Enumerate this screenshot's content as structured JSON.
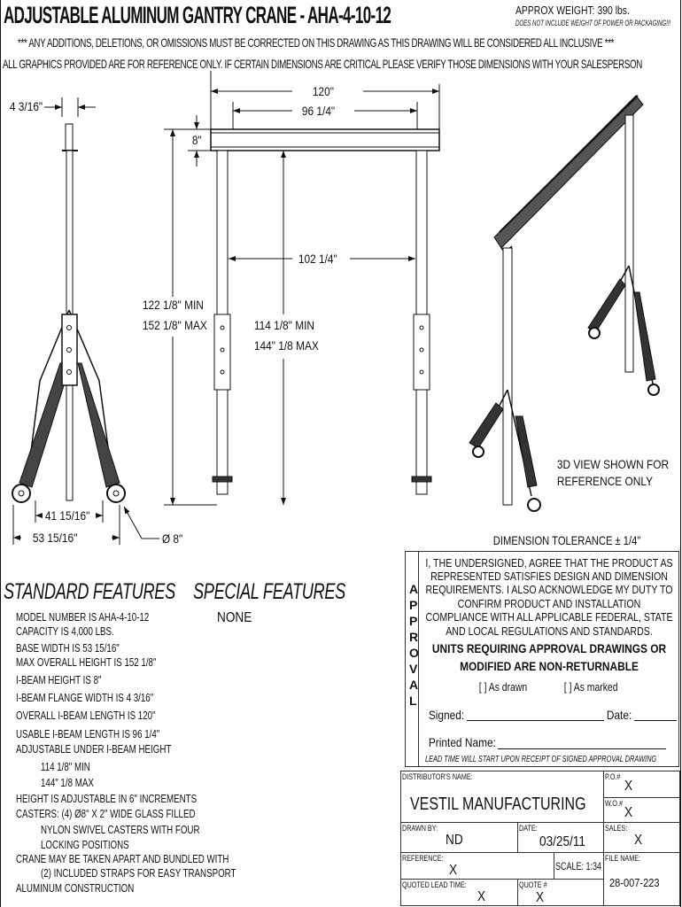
{
  "header": {
    "title": "ADJUSTABLE ALUMINUM GANTRY CRANE - AHA-4-10-12",
    "approx_weight": "APPROX WEIGHT: 390 lbs.",
    "weight_note": "DOES NOT INCLUDE WEIGHT OF POWER OR PACKAGING!!!",
    "notice": "*** ANY ADDITIONS, DELETIONS, OR OMISSIONS MUST BE CORRECTED ON THIS DRAWING AS THIS DRAWING WILL BE CONSIDERED ALL INCLUSIVE ***",
    "disclaimer": "ALL GRAPHICS PROVIDED ARE FOR REFERENCE ONLY. IF CERTAIN DIMENSIONS ARE CRITICAL PLEASE VERIFY THOSE DIMENSIONS WITH YOUR SALESPERSON"
  },
  "dimensions": {
    "flange_width": "4 3/16\"",
    "overall_length": "120\"",
    "usable_length": "96 1/4\"",
    "beam_height": "8\"",
    "inner_width": "102 1/4\"",
    "overall_min": "122 1/8\" MIN",
    "overall_max": "152 1/8\" MAX",
    "under_min": "114 1/8\" MIN",
    "under_max": "144\" 1/8 MAX",
    "wheel_span": "41 15/16\"",
    "base_width": "53 15/16\"",
    "caster_dia": "Ø 8\""
  },
  "view_note": [
    "3D VIEW SHOWN FOR",
    "REFERENCE ONLY"
  ],
  "tolerance": "DIMENSION TOLERANCE ± 1/4\"",
  "standard_features": {
    "heading": "STANDARD FEATURES",
    "items": [
      "MODEL NUMBER IS AHA-4-10-12",
      "CAPACITY IS 4,000 LBS.",
      "BASE WIDTH IS  53 15/16\"",
      "MAX OVERALL HEIGHT IS 152 1/8\"",
      "I-BEAM HEIGHT IS 8\"",
      "I-BEAM FLANGE WIDTH IS 4 3/16\"",
      "OVERALL I-BEAM LENGTH IS  120\"",
      "USABLE I-BEAM LENGTH IS  96 1/4\"",
      "ADJUSTABLE UNDER I-BEAM HEIGHT",
      "114 1/8\" MIN",
      "144\" 1/8 MAX",
      "HEIGHT IS ADJUSTABLE IN 6\" INCREMENTS",
      "CASTERS: (4) Ø8\" X 2\" WIDE GLASS FILLED",
      "NYLON SWIVEL CASTERS WITH FOUR",
      "LOCKING POSITIONS",
      "CRANE MAY BE TAKEN APART AND BUNDLED WITH",
      "(2) INCLUDED STRAPS FOR EASY TRANSPORT",
      "ALUMINUM CONSTRUCTION"
    ]
  },
  "special_features": {
    "heading": "SPECIAL FEATURES",
    "value": "NONE"
  },
  "approval": {
    "side_label": [
      "A",
      "P",
      "P",
      "R",
      "O",
      "V",
      "A",
      "L"
    ],
    "statement": [
      "I, THE UNDERSIGNED, AGREE THAT THE PRODUCT AS",
      "REPRESENTED SATISFIES DESIGN AND DIMENSION",
      "REQUIREMENTS.  I ALSO ACKNOWLEDGE MY DUTY TO",
      "CONFIRM PRODUCT AND INSTALLATION",
      "COMPLIANCE WITH ALL APPLICABLE FEDERAL, STATE",
      "AND LOCAL REGULATIONS AND STANDARDS."
    ],
    "warning": [
      "UNITS REQUIRING APPROVAL DRAWINGS OR",
      "MODIFIED ARE NON-RETURNABLE"
    ],
    "option_drawn": "[   ] As drawn",
    "option_marked": "[   ] As marked",
    "signed": "Signed:",
    "date": "Date:",
    "printed_name": "Printed Name:",
    "lead_time_note": "LEAD TIME WILL START UPON RECEIPT OF SIGNED APPROVAL DRAWING"
  },
  "title_block": {
    "distributor_label": "DISTRIBUTOR'S NAME:",
    "distributor": "VESTIL MANUFACTURING",
    "po_label": "P.O.#",
    "po": "X",
    "wo_label": "W.O.#",
    "wo": "X",
    "drawn_by_label": "DRAWN BY:",
    "drawn_by": "ND",
    "date_label": "DATE:",
    "date": "03/25/11",
    "sales_label": "SALES:",
    "sales": "X",
    "reference_label": "REFERENCE:",
    "reference": "X",
    "scale": "SCALE: 1:34",
    "file_name_label": "FILE NAME:",
    "file_name": "28-007-223",
    "lead_time_label": "QUOTED LEAD TIME:",
    "lead_time": "X",
    "quote_label": "QUOTE #",
    "quote": "X"
  }
}
